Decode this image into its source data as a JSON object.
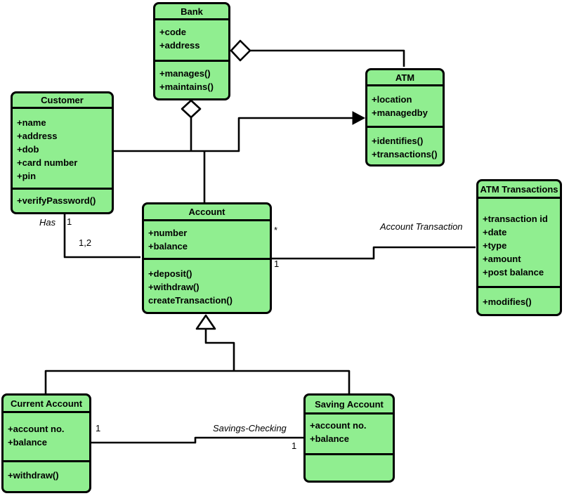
{
  "diagram": {
    "type": "uml-class-diagram",
    "node_fill": "#90EE90",
    "node_border": "#000000",
    "background": "#ffffff"
  },
  "classes": {
    "bank": {
      "title": "Bank",
      "attributes": [
        "+code",
        "+address"
      ],
      "methods": [
        "+manages()",
        "+maintains()"
      ]
    },
    "customer": {
      "title": "Customer",
      "attributes": [
        "+name",
        "+address",
        "+dob",
        "+card number",
        "+pin"
      ],
      "methods": [
        "+verifyPassword()"
      ]
    },
    "atm": {
      "title": "ATM",
      "attributes": [
        "+location",
        "+managedby"
      ],
      "methods": [
        "+identifies()",
        "+transactions()"
      ]
    },
    "account": {
      "title": "Account",
      "attributes": [
        "+number",
        "+balance"
      ],
      "methods": [
        "+deposit()",
        "+withdraw()",
        "createTransaction()"
      ]
    },
    "atm_transactions": {
      "title": "ATM Transactions",
      "attributes": [
        "+transaction id",
        "+date",
        "+type",
        "+amount",
        "+post balance"
      ],
      "methods": [
        "+modifies()"
      ]
    },
    "current_account": {
      "title": "Current Account",
      "attributes": [
        "+account no.",
        "+balance"
      ],
      "methods": [
        "+withdraw()"
      ]
    },
    "saving_account": {
      "title": "Saving Account",
      "attributes": [
        "+account no.",
        "+balance"
      ],
      "methods": []
    }
  },
  "edge_labels": {
    "has": "Has",
    "has_customer_mult": "1",
    "has_account_mult": "1,2",
    "account_transaction": "Account Transaction",
    "account_star_mult": "*",
    "account_one_mult": "1",
    "savings_checking": "Savings-Checking",
    "current_account_mult": "1",
    "saving_account_mult": "1"
  }
}
